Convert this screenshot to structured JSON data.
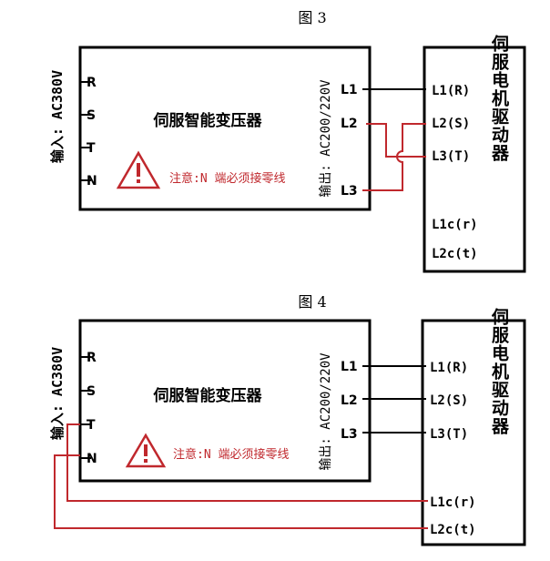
{
  "colors": {
    "line": "#000000",
    "wire_red": "#c0282d",
    "warning": "#c0282d"
  },
  "figures": [
    {
      "caption": "图 3",
      "input_label": "输入: AC380V",
      "input_terminals": [
        "R",
        "S",
        "T",
        "N"
      ],
      "transformer_title": "伺服智能变压器",
      "warning_icon": "warning-triangle-icon",
      "warning_text": "注意:N 端必须接零线",
      "output_label": "输出: AC200/220V",
      "output_terminals": [
        "L1",
        "L2",
        "L3"
      ],
      "driver_terminals": [
        "L1(R)",
        "L2(S)",
        "L3(T)",
        "L1c(r)",
        "L2c(t)"
      ],
      "driver_title": "伺服电机驱动器"
    },
    {
      "caption": "图 4",
      "input_label": "输入: AC380V",
      "input_terminals": [
        "R",
        "S",
        "T",
        "N"
      ],
      "transformer_title": "伺服智能变压器",
      "warning_icon": "warning-triangle-icon",
      "warning_text": "注意:N 端必须接零线",
      "output_label": "输出: AC200/220V",
      "output_terminals": [
        "L1",
        "L2",
        "L3"
      ],
      "driver_terminals": [
        "L1(R)",
        "L2(S)",
        "L3(T)",
        "L1c(r)",
        "L2c(t)"
      ],
      "driver_title": "伺服电机驱动器"
    }
  ]
}
